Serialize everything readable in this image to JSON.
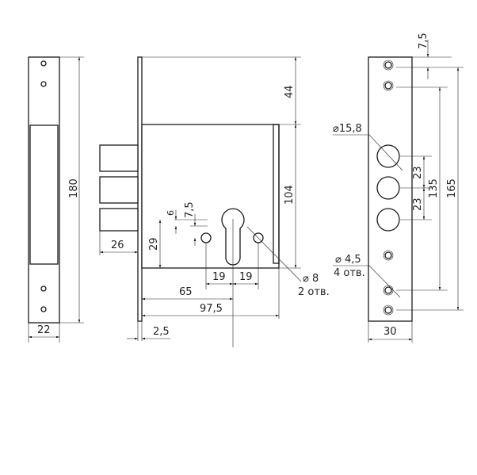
{
  "left_plate": {
    "height": "180",
    "width": "22"
  },
  "lock_body": {
    "top_offset": "44",
    "body_height": "104",
    "bolt_offset": "26",
    "cyl_height": "29",
    "dim_6": "6",
    "dim_7_5": "7,5",
    "hole_left": "19",
    "hole_right": "19",
    "backset": "65",
    "body_width": "97,5",
    "plate_thickness": "2,5",
    "hole_dia": "⌀ 8",
    "hole_count": "2 отв."
  },
  "strike_plate": {
    "top_offset": "7,5",
    "outer_span": "165",
    "inner_span": "135",
    "spacing_1": "23",
    "spacing_2": "23",
    "big_hole_dia": "⌀15,8",
    "small_hole_dia": "⌀ 4,5",
    "small_hole_count": "4 отв.",
    "width": "30"
  }
}
